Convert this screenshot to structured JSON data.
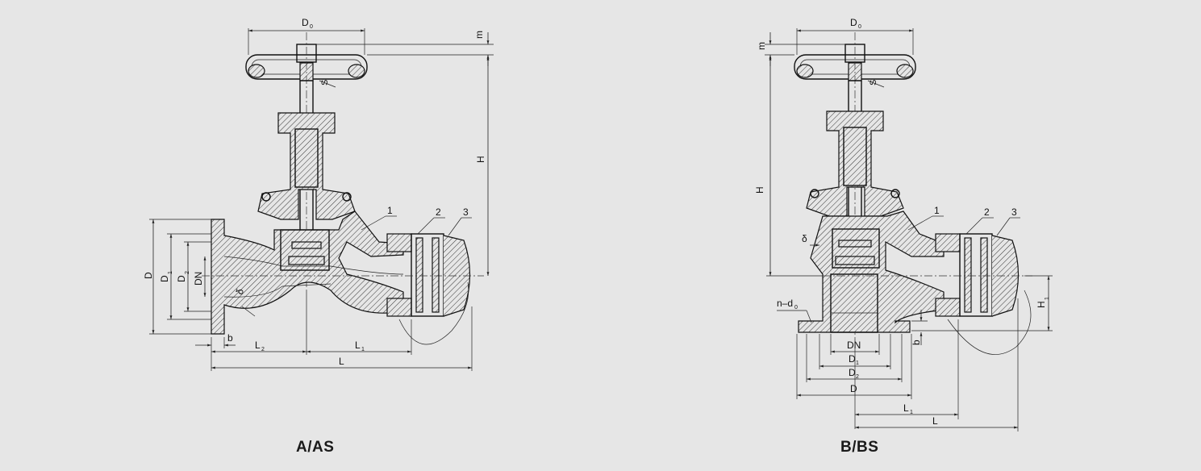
{
  "drawings": [
    {
      "caption": "A/AS",
      "labels": {
        "d0": "D",
        "d0_sub": "0",
        "m": "m",
        "s": "S",
        "h": "H",
        "d": "D",
        "d1": "D",
        "d1_sub": "1",
        "d2": "D",
        "d2_sub": "2",
        "dn": "DN",
        "delta": "δ",
        "b": "b",
        "l2": "L",
        "l2_sub": "2",
        "l1": "L",
        "l1_sub": "1",
        "l": "L",
        "part1": "1",
        "part2": "2",
        "part3": "3"
      }
    },
    {
      "caption": "B/BS",
      "labels": {
        "d0": "D",
        "d0_sub": "0",
        "m": "m",
        "s": "S",
        "h": "H",
        "delta": "δ",
        "nd0": "n–d",
        "nd0_sub": "0",
        "h1": "H",
        "h1_sub": "1",
        "b": "b",
        "dn": "DN",
        "d1": "D",
        "d1_sub": "1",
        "d2": "D",
        "d2_sub": "2",
        "d": "D",
        "l1": "L",
        "l1_sub": "1",
        "l": "L",
        "part1": "1",
        "part2": "2",
        "part3": "3"
      }
    }
  ]
}
